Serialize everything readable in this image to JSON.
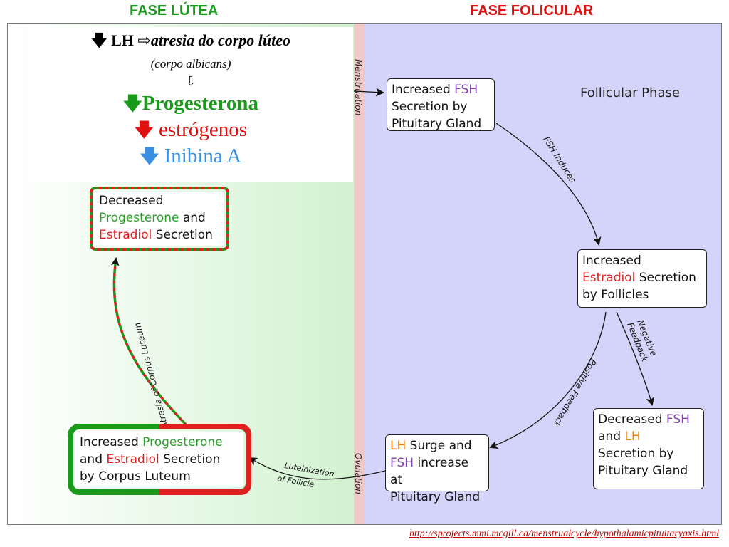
{
  "header": {
    "left": "FASE LÚTEA",
    "right": "FASE FOLICULAR"
  },
  "info": {
    "line1_prefix": "LH",
    "line1_text": "atresia do corpo lúteo",
    "line2": "(corpo albicans)",
    "line3": "⇩",
    "progesterona": "Progesterona",
    "estrogenos": "estrógenos",
    "inibina": "Inibina A",
    "colors": {
      "progesterona": "#1a9a1a",
      "estrogenos": "#e01010",
      "inibina": "#3a8fe0"
    }
  },
  "diagram": {
    "title": "Follicular Phase",
    "side_labels": {
      "top": "Menstruation",
      "bottom": "Ovulation"
    },
    "boxes": {
      "fsh_secretion": {
        "pre": "Increased ",
        "h1": "FSH",
        "mid": "Secretion by",
        "end": "Pituitary Gland"
      },
      "estradiol": {
        "l1": "Increased",
        "h1": "Estradiol",
        "mid": " Secretion",
        "end": "by Follicles"
      },
      "decreased_fsh": {
        "pre": "Decreased ",
        "h1": "FSH",
        "and": "and ",
        "h2": "LH",
        "mid": "Secretion by",
        "end": "Pituitary Gland"
      },
      "lh_surge": {
        "h1": "LH",
        "t1": " Surge and",
        "h2": "FSH",
        "t2": " increase at",
        "end": "Pituitary Gland"
      },
      "corpus_luteum": {
        "pre": "Increased ",
        "h1": "Progesterone",
        "and": "and ",
        "h2": "Estradiol",
        "mid": " Secretion",
        "end": "by Corpus Luteum"
      },
      "decreased_prog": {
        "l1": "Decreased",
        "h1": "Progesterone",
        "and": " and",
        "h2": "Estradiol",
        "end": " Secretion"
      }
    },
    "arrow_labels": {
      "fsh_induces": "FSH Induces",
      "negative_feedback": [
        "Negative",
        "Feedback"
      ],
      "positive_feedback": "Positive Feedback",
      "luteinization": [
        "Luteinization",
        "of Follicle"
      ],
      "atresia": "Atresia of Corpus Luteum"
    }
  },
  "footer": {
    "url": "http://sprojects.mmi.mcgill.ca/menstrualcycle/hypothalamicpituitaryaxis.html"
  }
}
